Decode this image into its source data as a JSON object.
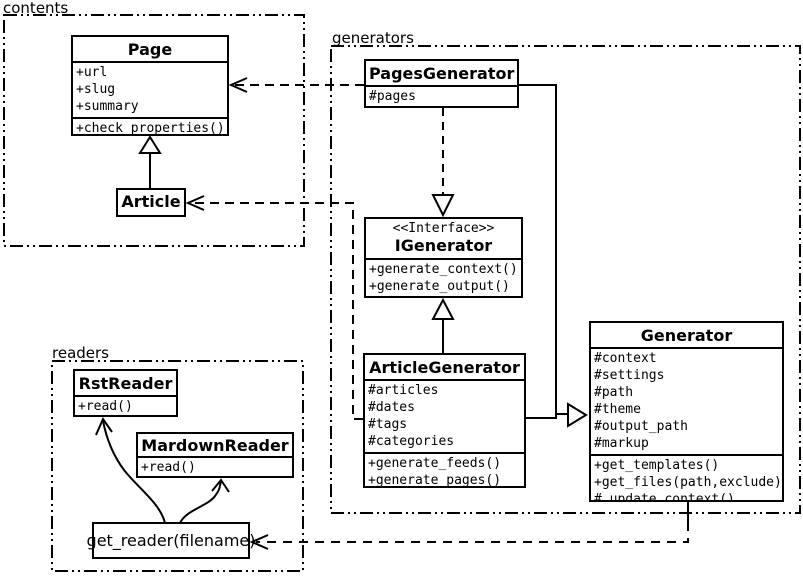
{
  "colors": {
    "line": "#000000",
    "background": "#ffffff"
  },
  "packages": {
    "contents": {
      "label": "contents"
    },
    "generators": {
      "label": "generators"
    },
    "readers": {
      "label": "readers"
    }
  },
  "classes": {
    "page": {
      "title": "Page",
      "attributes": [
        "+url",
        "+slug",
        "+summary"
      ],
      "methods": [
        "+check_properties()"
      ]
    },
    "article": {
      "title": "Article"
    },
    "pages_generator": {
      "title": "PagesGenerator",
      "attributes": [
        "#pages"
      ]
    },
    "igenerator": {
      "stereotype": "<<Interface>>",
      "title": "IGenerator",
      "methods": [
        "+generate_context()",
        "+generate_output()"
      ]
    },
    "article_generator": {
      "title": "ArticleGenerator",
      "attributes": [
        "#articles",
        "#dates",
        "#tags",
        "#categories"
      ],
      "methods": [
        "+generate_feeds()",
        "+generate_pages()"
      ]
    },
    "generator": {
      "title": "Generator",
      "attributes": [
        "#context",
        "#settings",
        "#path",
        "#theme",
        "#output_path",
        "#markup"
      ],
      "methods": [
        "+get_templates()",
        "+get_files(path,exclude)",
        "#_update_context()"
      ]
    },
    "rst_reader": {
      "title": "RstReader",
      "methods": [
        "+read()"
      ]
    },
    "mardown_reader": {
      "title": "MardownReader",
      "methods": [
        "+read()"
      ]
    },
    "get_reader": {
      "title": "get_reader(filename)"
    }
  }
}
